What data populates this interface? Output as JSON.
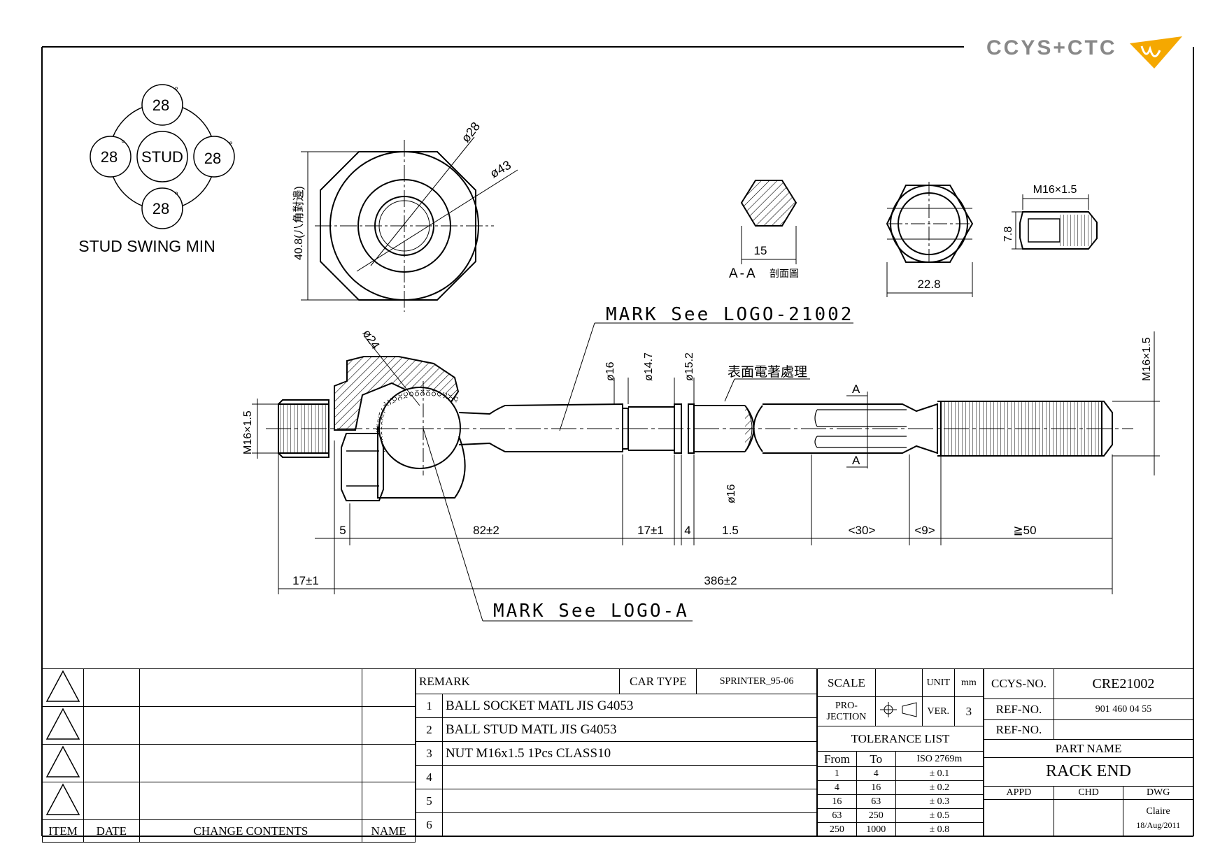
{
  "brand": {
    "logo_text": "CCYS+CTC"
  },
  "stud_swing": {
    "center": "STUD",
    "angles": [
      "28",
      "28",
      "28",
      "28"
    ],
    "degree": "°",
    "caption": "STUD SWING MIN"
  },
  "views": {
    "socket_end": {
      "dia_small": "ø28",
      "dia_large": "ø43",
      "height": "40.8(八角對邊)"
    },
    "section_aa": {
      "width": "15",
      "label": "A-A",
      "label_cn": "剖面圖"
    },
    "nut_front": {
      "width": "22.8"
    },
    "nut_side": {
      "thread": "M16×1.5",
      "height": "7.8"
    }
  },
  "main_view": {
    "mark_top": "MARK See LOGO-21002",
    "mark_bottom": "MARK See LOGO-A",
    "ball_dia": "ø24",
    "left_thread": "M16×1.5",
    "right_thread": "M16×1.5",
    "dia_16a": "ø16",
    "dia_147": "ø14.7",
    "dia_152": "ø15.2",
    "dia_16b": "ø16",
    "surface_note": "表面電著處理",
    "section_mark": "A",
    "dims": {
      "d5": "5",
      "d82": "82±2",
      "d17": "17±1",
      "d4": "4",
      "d15": "1.5",
      "d30": "<30>",
      "d9": "<9>",
      "d50": "≧50",
      "d17b": "17±1",
      "d386": "386±2"
    }
  },
  "revisions": {
    "headers": {
      "item": "ITEM",
      "date": "DATE",
      "contents": "CHANGE CONTENTS",
      "name": "NAME"
    }
  },
  "remarks": {
    "header": "REMARK",
    "car_type_label": "CAR TYPE",
    "car_type": "SPRINTER_95-06",
    "rows": [
      {
        "no": "1",
        "text": "BALL SOCKET MATL JIS G4053"
      },
      {
        "no": "2",
        "text": "BALL STUD MATL JIS G4053"
      },
      {
        "no": "3",
        "text": "NUT M16x1.5 1Pcs CLASS10"
      },
      {
        "no": "4",
        "text": ""
      },
      {
        "no": "5",
        "text": ""
      },
      {
        "no": "6",
        "text": ""
      }
    ]
  },
  "info": {
    "scale_label": "SCALE",
    "unit_label": "UNIT",
    "unit": "mm",
    "projection_label_1": "PRO-",
    "projection_label_2": "JECTION",
    "ver_label": "VER.",
    "ver": "3",
    "tolerance_title": "TOLERANCE LIST",
    "tol_headers": {
      "from": "From",
      "to": "To",
      "std": "ISO 2769m"
    },
    "tolerances": [
      {
        "from": "1",
        "to": "4",
        "tol": "± 0.1"
      },
      {
        "from": "4",
        "to": "16",
        "tol": "± 0.2"
      },
      {
        "from": "16",
        "to": "63",
        "tol": "± 0.3"
      },
      {
        "from": "63",
        "to": "250",
        "tol": "± 0.5"
      },
      {
        "from": "250",
        "to": "1000",
        "tol": "± 0.8"
      }
    ]
  },
  "part": {
    "ccys_label": "CCYS-NO.",
    "ccys_no": "CRE21002",
    "ref_label": "REF-NO.",
    "ref_no": "901 460 04 55",
    "ref2_label": "REF-NO.",
    "ref2_no": "",
    "name_label": "PART NAME",
    "name": "RACK END",
    "appd": "APPD",
    "chd": "CHD",
    "dwg": "DWG",
    "drawn_by": "Claire",
    "date": "18/Aug/2011"
  }
}
